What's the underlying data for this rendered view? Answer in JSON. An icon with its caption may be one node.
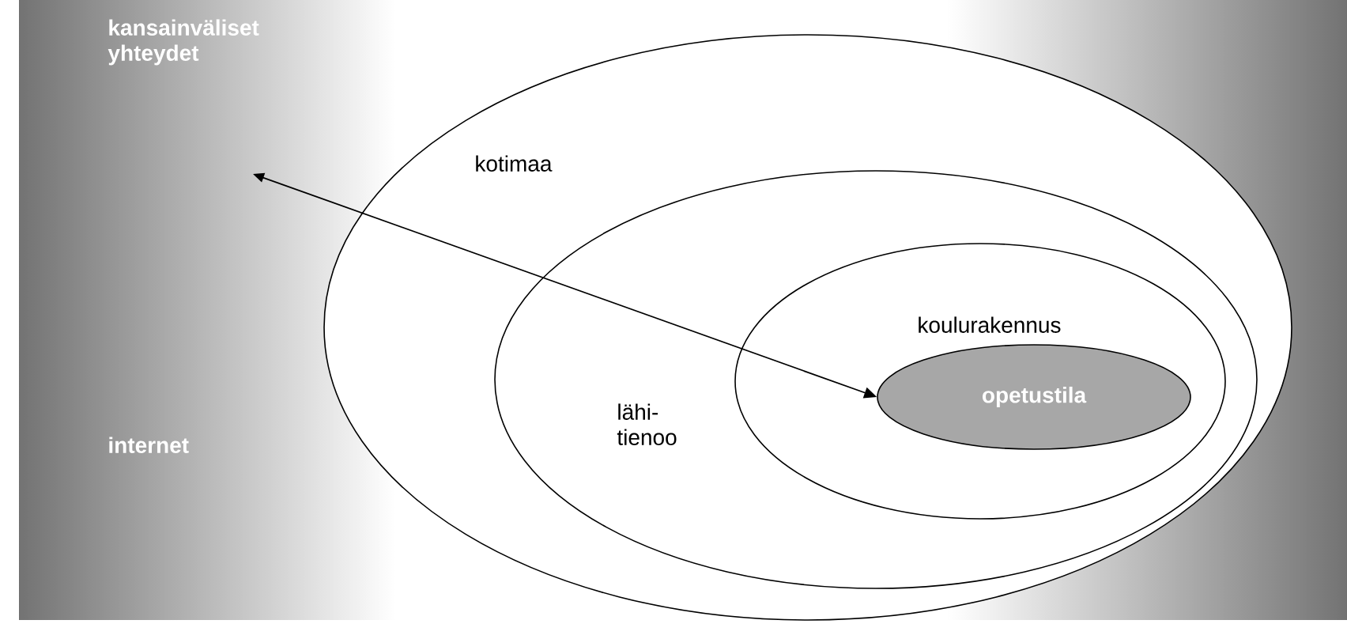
{
  "diagram": {
    "nodes": [
      {
        "text": [
          "kotimaa"
        ]
      },
      {
        "text": [
          "lähi- tienoo"
        ],
        "in": 0
      },
      {
        "text": [
          "koulurakennus"
        ],
        "in": 1
      },
      {
        "text": [
          "opetustila"
        ],
        "in": 2
      }
    ],
    "edges": [
      {
        "from": null,
        "to": 3,
        "arrow": "both"
      }
    ],
    "labels": [
      "kansainväliset yhteydet",
      "internet"
    ]
  }
}
